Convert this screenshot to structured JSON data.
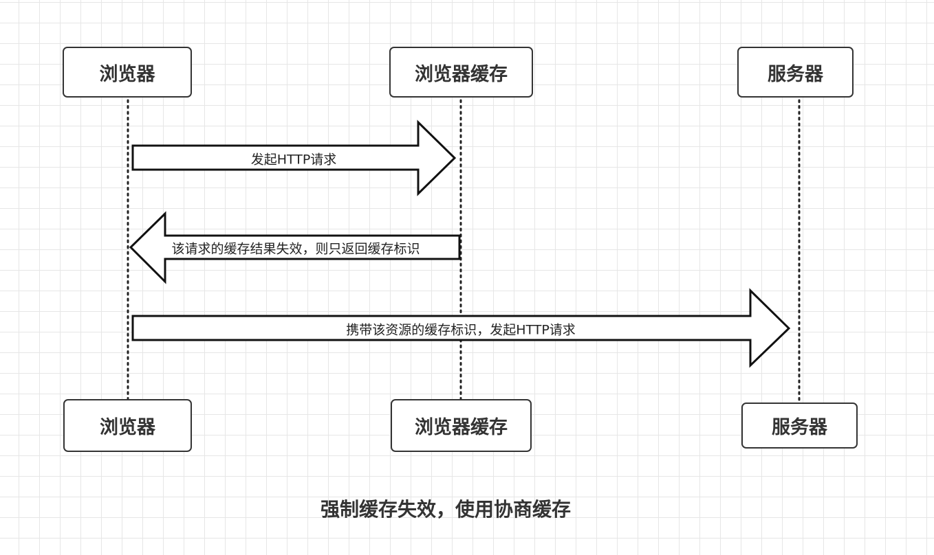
{
  "participants": {
    "browser": "浏览器",
    "cache": "浏览器缓存",
    "server": "服务器"
  },
  "messages": [
    {
      "from": "browser",
      "to": "cache",
      "label": "发起HTTP请求"
    },
    {
      "from": "cache",
      "to": "browser",
      "label": "该请求的缓存结果失效，则只返回缓存标识"
    },
    {
      "from": "browser",
      "to": "server",
      "label": "携带该资源的缓存标识，发起HTTP请求"
    }
  ],
  "caption": "强制缓存失效，使用协商缓存",
  "colors": {
    "stroke": "#333333",
    "grid": "#e6e6e6"
  }
}
